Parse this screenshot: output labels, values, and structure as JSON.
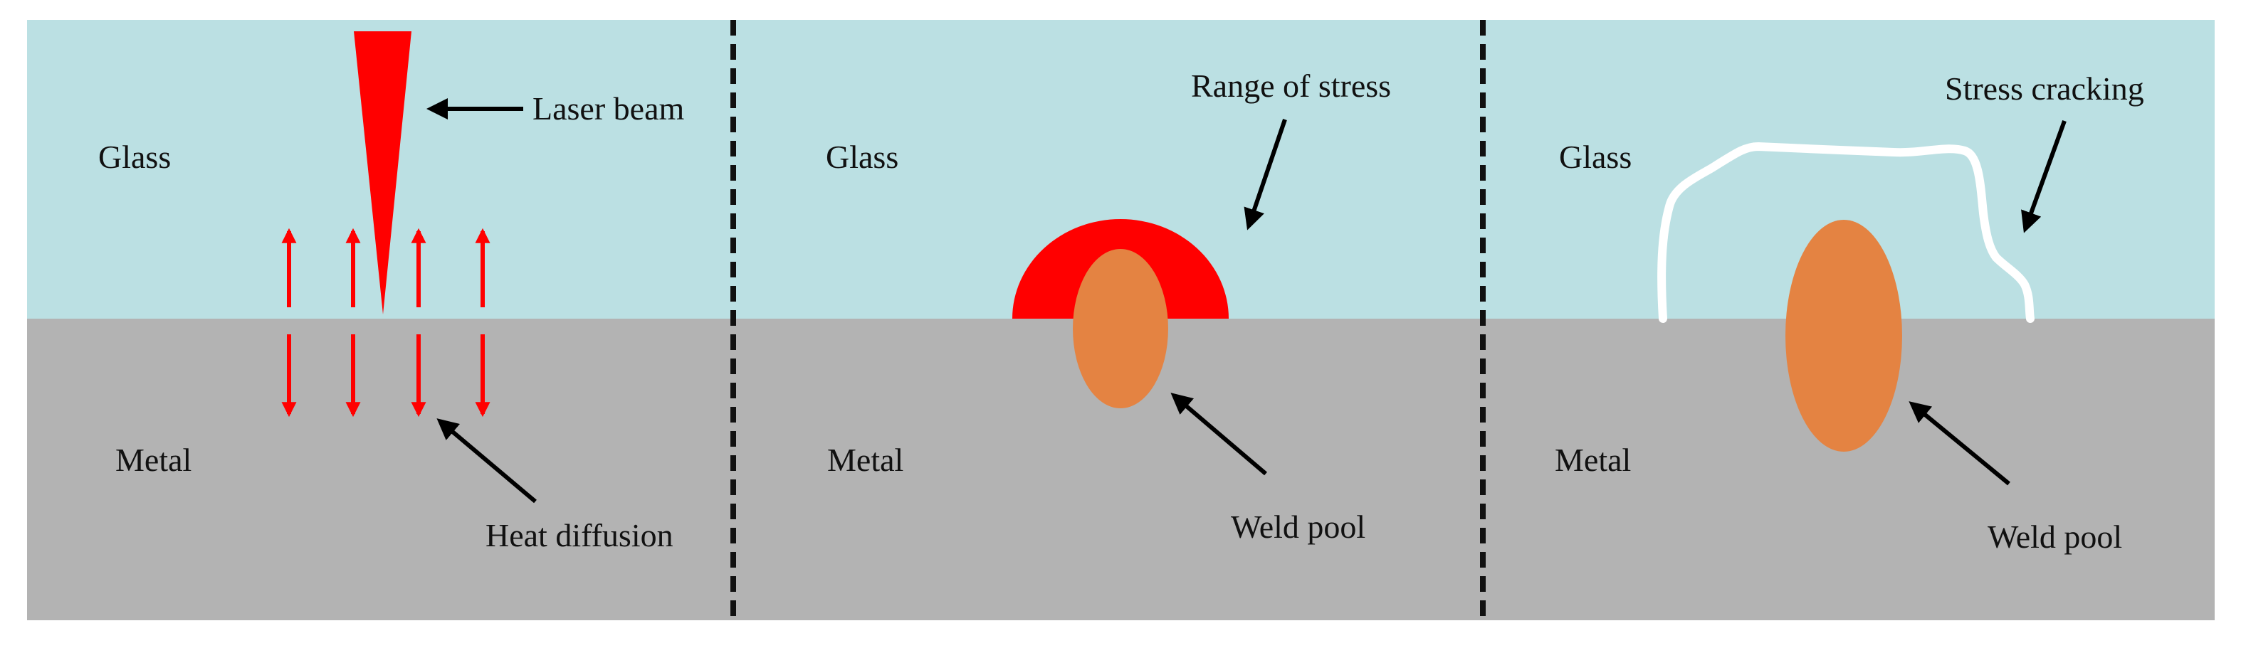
{
  "colors": {
    "glass": "#bbe0e3",
    "metal": "#b3b3b3",
    "laser": "#ff0000",
    "stress": "#ff0000",
    "weld_pool": "#e48342",
    "crack": "#ffffff",
    "divider": "#111111",
    "pointer": "#000000"
  },
  "panels": [
    {
      "glass_label": "Glass",
      "metal_label": "Metal",
      "callouts": [
        "Laser beam",
        "Heat diffusion"
      ]
    },
    {
      "glass_label": "Glass",
      "metal_label": "Metal",
      "callouts": [
        "Range of stress",
        "Weld pool"
      ]
    },
    {
      "glass_label": "Glass",
      "metal_label": "Metal",
      "callouts": [
        "Stress cracking",
        "Weld pool"
      ]
    }
  ]
}
